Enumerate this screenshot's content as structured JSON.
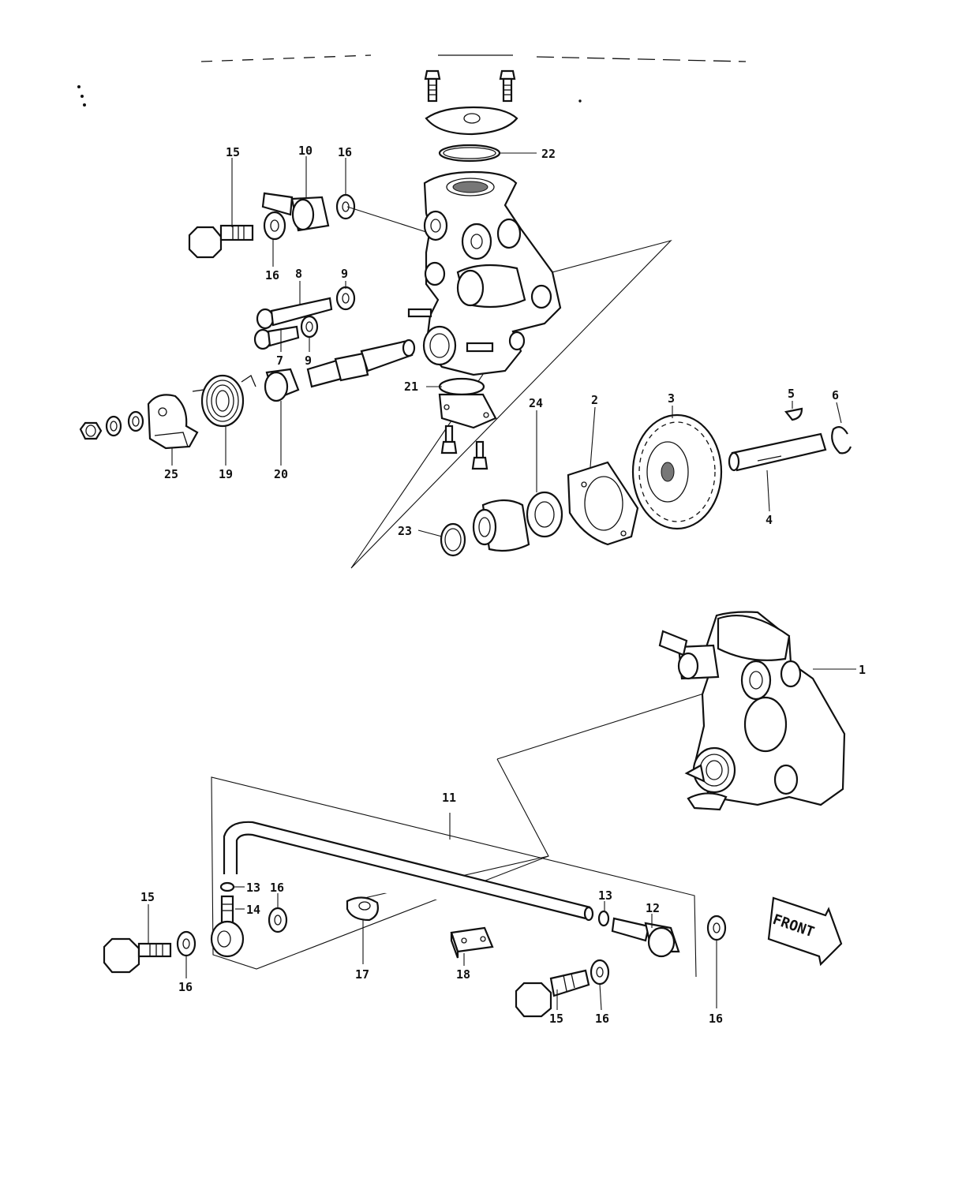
{
  "diagram": {
    "front_label": "FRONT",
    "callouts": {
      "c1": "1",
      "c2": "2",
      "c3": "3",
      "c4": "4",
      "c5": "5",
      "c6": "6",
      "c7": "7",
      "c8": "8",
      "c9a": "9",
      "c9b": "9",
      "c10": "10",
      "c11": "11",
      "c12": "12",
      "c13a": "13",
      "c13b": "13",
      "c14": "14",
      "c15a": "15",
      "c15b": "15",
      "c15c": "15",
      "c16a": "16",
      "c16b": "16",
      "c16c": "16",
      "c16d": "16",
      "c16e": "16",
      "c16f": "16",
      "c17": "17",
      "c18": "18",
      "c19": "19",
      "c20": "20",
      "c21": "21",
      "c22": "22",
      "c23": "23",
      "c24": "24",
      "c25": "25"
    }
  }
}
